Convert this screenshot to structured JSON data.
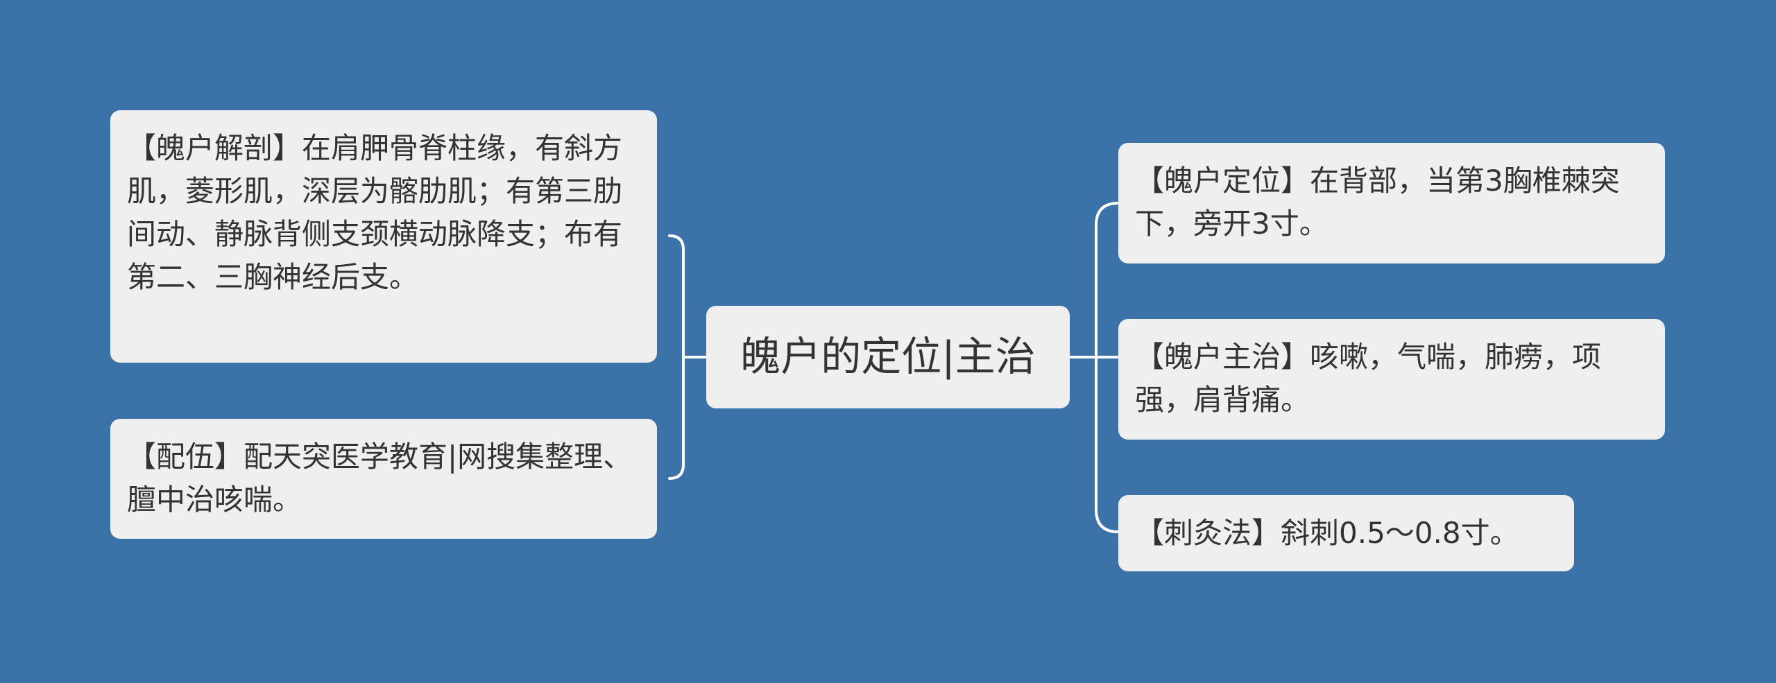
{
  "root": {
    "label": "魄户的定位|主治"
  },
  "left_branches": [
    {
      "text": "【魄户解剖】在肩胛骨脊柱缘，有斜方肌，菱形肌，深层为髂肋肌；有第三肋间动、静脉背侧支颈横动脉降支；布有第二、三胸神经后支。"
    },
    {
      "text": "【配伍】配天突医学教育|网搜集整理、膻中治咳喘。"
    }
  ],
  "right_branches": [
    {
      "text": "【魄户定位】在背部，当第3胸椎棘突下，旁开3寸。"
    },
    {
      "text": "【魄户主治】咳嗽，气喘，肺痨，项强，肩背痛。"
    },
    {
      "text": "【刺灸法】斜刺0.5～0.8寸。"
    }
  ],
  "colors": {
    "background": "#3b73a8",
    "node_fill": "#efefef",
    "connector": "#ffffff",
    "text": "#333333"
  }
}
